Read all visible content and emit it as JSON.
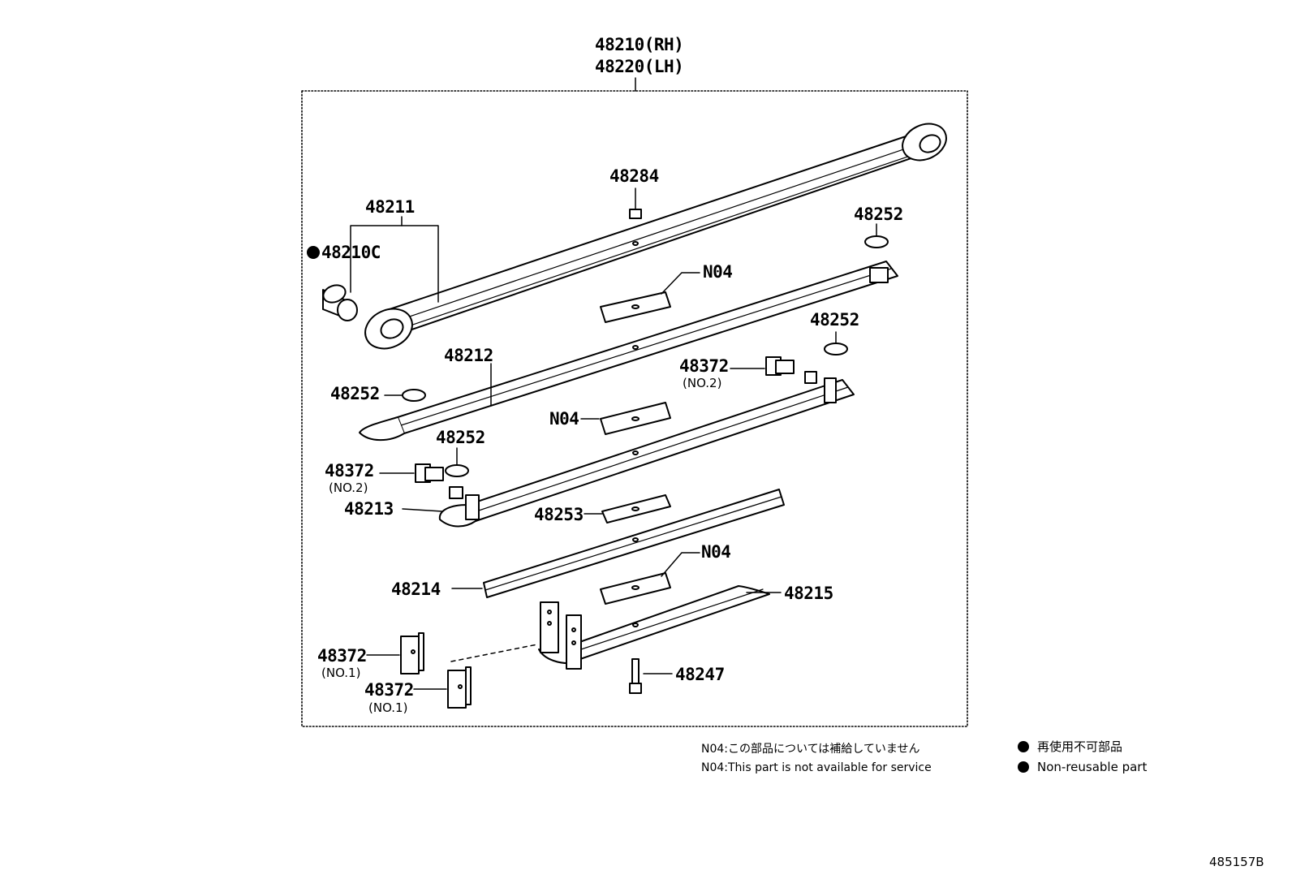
{
  "assembly": {
    "label_rh": "48210(RH)",
    "label_lh": "48220(LH)"
  },
  "parts": {
    "p48284": "48284",
    "p48211": "48211",
    "p48210c": "48210C",
    "p48252_a": "48252",
    "p48252_b": "48252",
    "p48252_c": "48252",
    "p48252_d": "48252",
    "p48212": "48212",
    "p48372_no2_a": "48372",
    "p48372_no2_a_sub": "(NO.2)",
    "p48372_no2_b": "48372",
    "p48372_no2_b_sub": "(NO.2)",
    "p48213": "48213",
    "p48253": "48253",
    "p48214": "48214",
    "p48215": "48215",
    "p48372_no1_a": "48372",
    "p48372_no1_a_sub": "(NO.1)",
    "p48372_no1_b": "48372",
    "p48372_no1_b_sub": "(NO.1)",
    "p48247": "48247",
    "n04_a": "N04",
    "n04_b": "N04",
    "n04_c": "N04"
  },
  "notes": {
    "jp": "N04:この部品については補給していません",
    "en": "N04:This part is not available for service"
  },
  "legend": {
    "jp": "再使用不可部品",
    "en": "Non-reusable part"
  },
  "drawing_code": "485157B"
}
